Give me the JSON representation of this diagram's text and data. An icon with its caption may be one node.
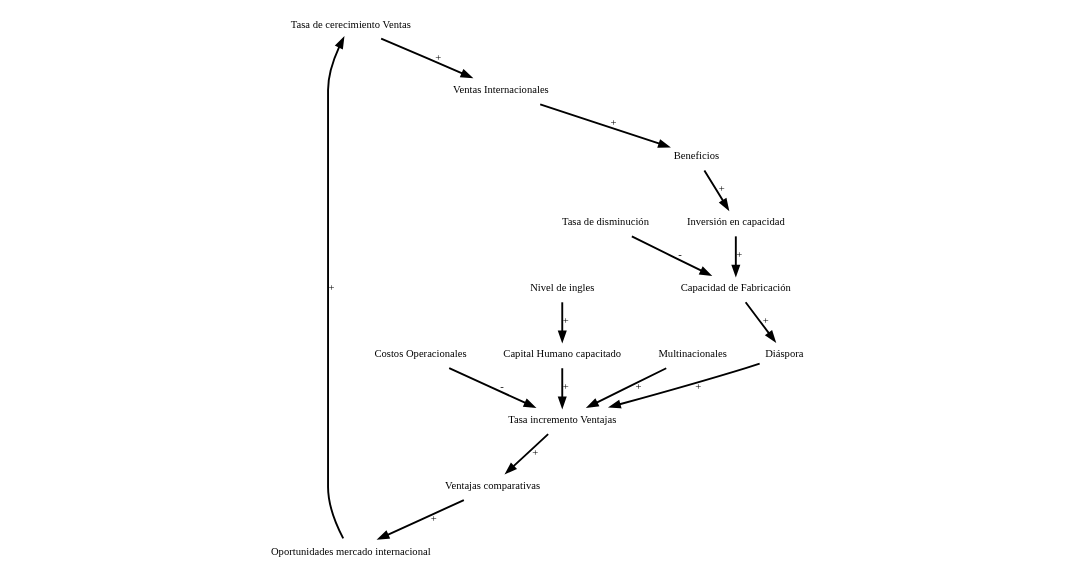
{
  "diagram": {
    "nodes": [
      {
        "text": [
          "Tasa de cerecimiento Ventas"
        ]
      },
      {
        "text": [
          "Ventas Internacionales"
        ]
      },
      {
        "text": [
          "Beneficios"
        ]
      },
      {
        "text": [
          "Inversión en capacidad"
        ]
      },
      {
        "text": [
          "Capacidad de Fabricación"
        ]
      },
      {
        "text": [
          "Tasa de disminución"
        ]
      },
      {
        "text": [
          "Diáspora"
        ]
      },
      {
        "text": [
          "Tasa incremento Ventajas"
        ]
      },
      {
        "text": [
          "Ventajas comparativas"
        ]
      },
      {
        "text": [
          "Oportunidades mercado internacional"
        ]
      },
      {
        "text": [
          "Costos Operacionales"
        ]
      },
      {
        "text": [
          "Capital Humano capacitado"
        ]
      },
      {
        "text": [
          "Nivel de ingles"
        ]
      },
      {
        "text": [
          "Multinacionales"
        ]
      }
    ],
    "edges": [
      {
        "from": 0,
        "to": 1,
        "arrow": "to",
        "label": "+"
      },
      {
        "from": 1,
        "to": 2,
        "arrow": "to",
        "label": "+"
      },
      {
        "from": 2,
        "to": 3,
        "arrow": "to",
        "label": "+"
      },
      {
        "from": 3,
        "to": 4,
        "arrow": "to",
        "label": "+"
      },
      {
        "from": 5,
        "to": 4,
        "arrow": "to",
        "label": "-"
      },
      {
        "from": 4,
        "to": 6,
        "arrow": "to",
        "label": "+"
      },
      {
        "from": 6,
        "to": 7,
        "arrow": "to",
        "label": "+"
      },
      {
        "from": 10,
        "to": 7,
        "arrow": "to",
        "label": "-"
      },
      {
        "from": 11,
        "to": 7,
        "arrow": "to",
        "label": "+"
      },
      {
        "from": 12,
        "to": 11,
        "arrow": "to",
        "label": "+"
      },
      {
        "from": 13,
        "to": 7,
        "arrow": "to",
        "label": "+"
      },
      {
        "from": 7,
        "to": 8,
        "arrow": "to",
        "label": "+"
      },
      {
        "from": 8,
        "to": 9,
        "arrow": "to",
        "label": "+"
      },
      {
        "from": 9,
        "to": 0,
        "arrow": "to",
        "label": "+"
      }
    ]
  }
}
